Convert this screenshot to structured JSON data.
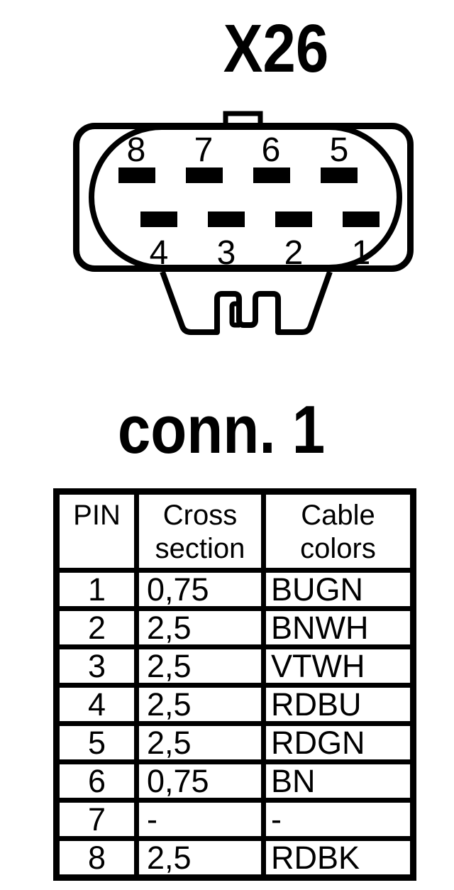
{
  "connector": {
    "title": "X26",
    "pins_top": [
      "8",
      "7",
      "6",
      "5"
    ],
    "pins_bottom": [
      "4",
      "3",
      "2",
      "1"
    ]
  },
  "table_section": {
    "title": "conn. 1",
    "headers": {
      "pin": "PIN",
      "cross": [
        "Cross",
        "section"
      ],
      "cable": [
        "Cable",
        "colors"
      ]
    },
    "rows": [
      {
        "pin": "1",
        "cross": "0,75",
        "cable": "BUGN"
      },
      {
        "pin": "2",
        "cross": "2,5",
        "cable": "BNWH"
      },
      {
        "pin": "3",
        "cross": "2,5",
        "cable": "VTWH"
      },
      {
        "pin": "4",
        "cross": "2,5",
        "cable": "RDBU"
      },
      {
        "pin": "5",
        "cross": "2,5",
        "cable": "RDGN"
      },
      {
        "pin": "6",
        "cross": "0,75",
        "cable": "BN"
      },
      {
        "pin": "7",
        "cross": "-",
        "cable": "-"
      },
      {
        "pin": "8",
        "cross": "2,5",
        "cable": "RDBK"
      }
    ]
  },
  "colors": {
    "ink": "#000000",
    "background": "#ffffff"
  }
}
